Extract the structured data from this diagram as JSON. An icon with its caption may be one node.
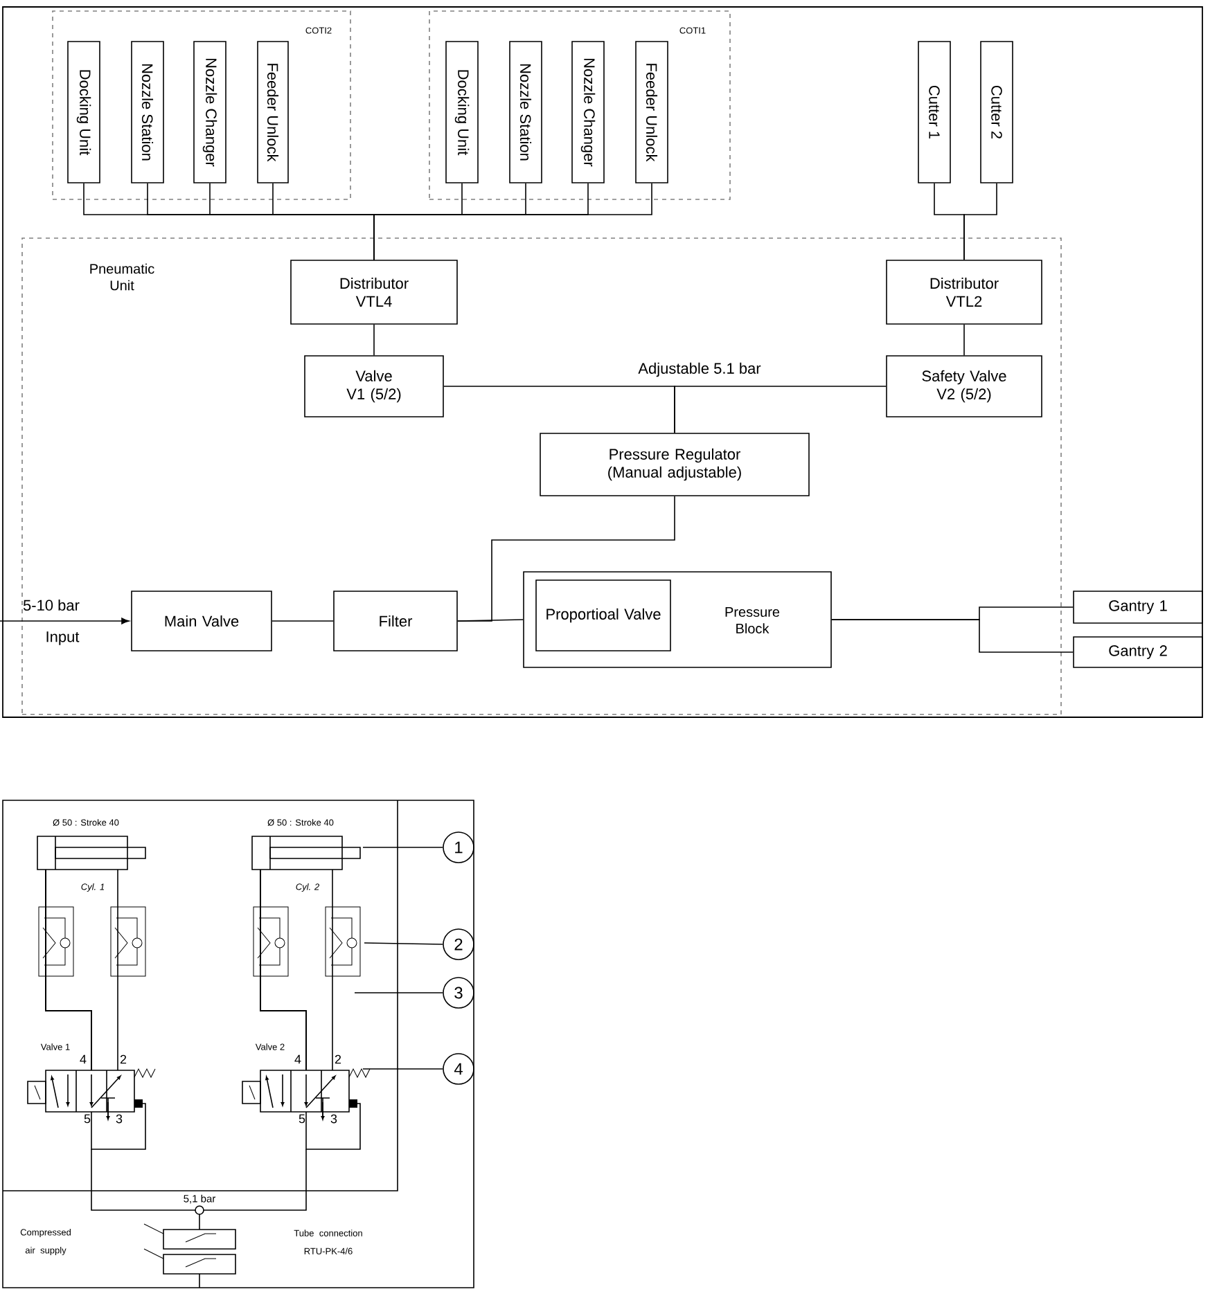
{
  "diagram": {
    "nodes": [
      {
        "text": [
          "COTI2"
        ]
      },
      {
        "text": [
          "Docking Unit"
        ],
        "in": 0
      },
      {
        "text": [
          "Nozzle Station"
        ],
        "in": 0
      },
      {
        "text": [
          "Nozzle Changer"
        ],
        "in": 0
      },
      {
        "text": [
          "Feeder Unlock"
        ],
        "in": 0
      },
      {
        "text": [
          "COTI1"
        ]
      },
      {
        "text": [
          "Docking Unit"
        ],
        "in": 5
      },
      {
        "text": [
          "Nozzle Station"
        ],
        "in": 5
      },
      {
        "text": [
          "Nozzle Changer"
        ],
        "in": 5
      },
      {
        "text": [
          "Feeder Unlock"
        ],
        "in": 5
      },
      {
        "text": [
          "Cutter 1"
        ]
      },
      {
        "text": [
          "Cutter 2"
        ]
      },
      {
        "text": [
          "Pneumatic Unit"
        ]
      },
      {
        "text": [
          "Distributor VTL4"
        ],
        "in": 12
      },
      {
        "text": [
          "Distributor VTL2"
        ],
        "in": 12
      },
      {
        "text": [
          "Valve V1 (5/2)"
        ],
        "in": 12
      },
      {
        "text": [
          "Safety Valve V2 (5/2)"
        ],
        "in": 12
      },
      {
        "text": [
          "Pressure Regulator (Manual adjustable)"
        ],
        "in": 12
      },
      {
        "text": [
          "Main Valve"
        ],
        "in": 12
      },
      {
        "text": [
          "Filter"
        ],
        "in": 12
      },
      {
        "text": [
          "Pressure Block"
        ],
        "in": 12
      },
      {
        "text": [
          "Proportioal Valve"
        ],
        "in": 20
      },
      {
        "text": [
          "Gantry 1"
        ]
      },
      {
        "text": [
          "Gantry 2"
        ]
      },
      {
        "text": [
          "1"
        ]
      },
      {
        "text": [
          "2"
        ]
      },
      {
        "text": [
          "3"
        ]
      },
      {
        "text": [
          "4"
        ]
      }
    ],
    "edges": [
      {
        "from": 1,
        "to": 13,
        "arrow": "none"
      },
      {
        "from": 2,
        "to": 13,
        "arrow": "none"
      },
      {
        "from": 3,
        "to": 13,
        "arrow": "none"
      },
      {
        "from": 4,
        "to": 13,
        "arrow": "none"
      },
      {
        "from": 6,
        "to": 13,
        "arrow": "none"
      },
      {
        "from": 7,
        "to": 13,
        "arrow": "none"
      },
      {
        "from": 8,
        "to": 13,
        "arrow": "none"
      },
      {
        "from": 9,
        "to": 13,
        "arrow": "none"
      },
      {
        "from": 10,
        "to": 14,
        "arrow": "none"
      },
      {
        "from": 11,
        "to": 14,
        "arrow": "none"
      },
      {
        "from": 13,
        "to": 15,
        "arrow": "none"
      },
      {
        "from": 14,
        "to": 16,
        "arrow": "none"
      },
      {
        "from": 17,
        "to": 15,
        "arrow": "none",
        "label": "Adjustable 5.1 bar"
      },
      {
        "from": 17,
        "to": 16,
        "arrow": "none"
      },
      {
        "from": null,
        "to": 18,
        "arrow": "to",
        "label": "5-10 bar"
      },
      {
        "from": 18,
        "to": 19,
        "arrow": "none"
      },
      {
        "from": 19,
        "to": 20,
        "arrow": "none"
      },
      {
        "from": 19,
        "to": 17,
        "arrow": "none"
      },
      {
        "from": 20,
        "to": 22,
        "arrow": "none"
      },
      {
        "from": 20,
        "to": 23,
        "arrow": "none"
      },
      {
        "from": 24,
        "to": null,
        "arrow": "none"
      },
      {
        "from": 25,
        "to": null,
        "arrow": "none"
      },
      {
        "from": 26,
        "to": null,
        "arrow": "none"
      },
      {
        "from": 27,
        "to": null,
        "arrow": "none"
      }
    ],
    "labels": [
      "Input",
      "Ø 50 : Stroke 40",
      "Ø 50 : Stroke 40",
      "Cyl. 1",
      "Cyl. 2",
      "Valve 1",
      "4",
      "2",
      "5",
      "3",
      "Valve 2",
      "4",
      "2",
      "5",
      "3",
      "5,1 bar",
      "Compressed air supply",
      "Tube connection RTU-PK-4/6"
    ]
  }
}
